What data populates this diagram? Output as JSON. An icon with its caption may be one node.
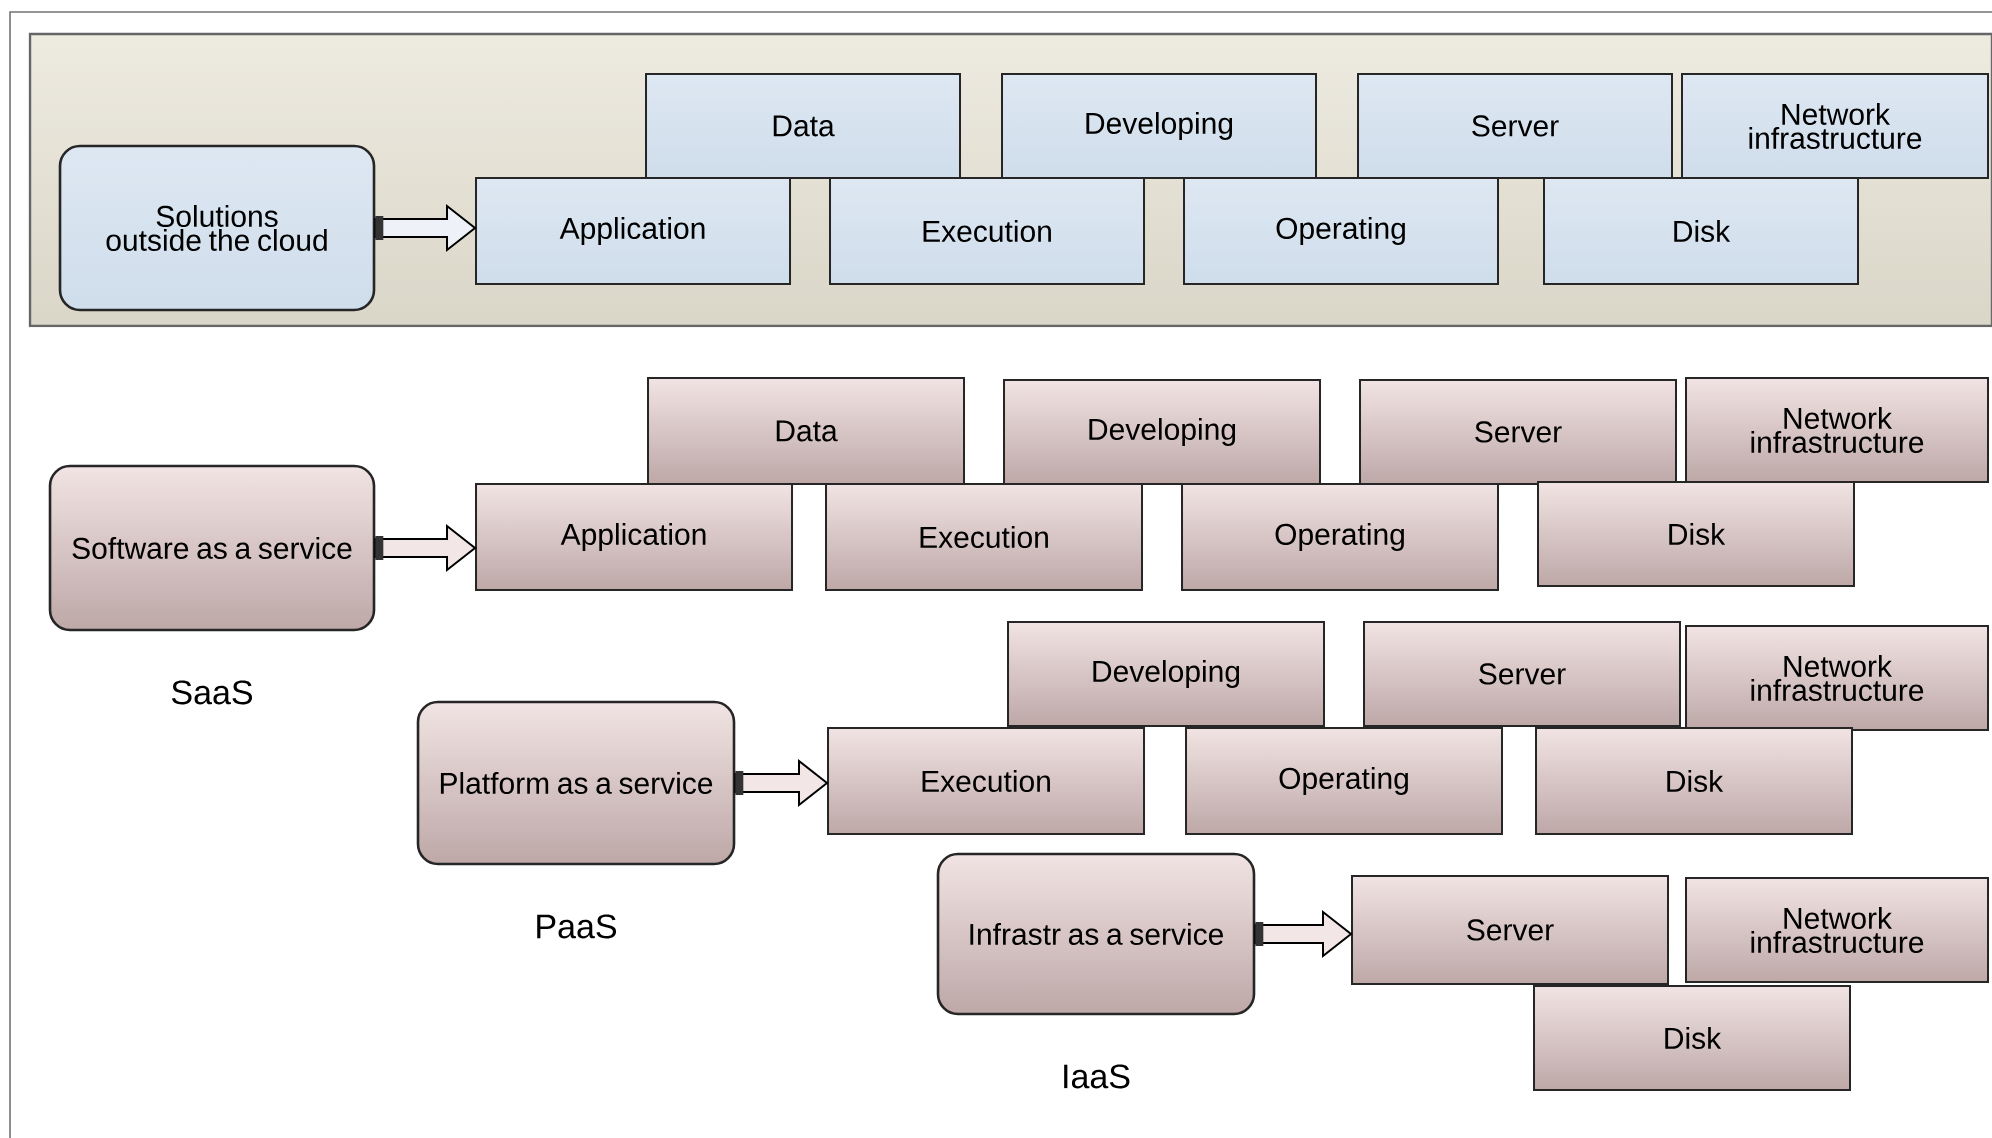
{
  "diagram": {
    "nodes": [
      {
        "text": [],
        "shape": "box"
      },
      {
        "text": [
          "Solutions outside the cloud"
        ],
        "in": 0
      },
      {
        "text": [
          "Data"
        ],
        "in": 0
      },
      {
        "text": [
          "Developing"
        ],
        "in": 0
      },
      {
        "text": [
          "Server"
        ],
        "in": 0
      },
      {
        "text": [
          "Network infrastructure"
        ],
        "in": 0
      },
      {
        "text": [
          "Application"
        ],
        "in": 0
      },
      {
        "text": [
          "Execution"
        ],
        "in": 0
      },
      {
        "text": [
          "Operating"
        ],
        "in": 0
      },
      {
        "text": [
          "Disk"
        ],
        "in": 0
      },
      {
        "text": [
          "Software as a service"
        ],
        "beside": [
          "SaaS"
        ]
      },
      {
        "text": [
          "Data"
        ]
      },
      {
        "text": [
          "Developing"
        ]
      },
      {
        "text": [
          "Server"
        ]
      },
      {
        "text": [
          "Network infrastructure"
        ]
      },
      {
        "text": [
          "Application"
        ]
      },
      {
        "text": [
          "Execution"
        ]
      },
      {
        "text": [
          "Operating"
        ]
      },
      {
        "text": [
          "Disk"
        ]
      },
      {
        "text": [
          "Platform as a service"
        ],
        "beside": [
          "PaaS"
        ]
      },
      {
        "text": [
          "Developing"
        ]
      },
      {
        "text": [
          "Server"
        ]
      },
      {
        "text": [
          "Network infrastructure"
        ]
      },
      {
        "text": [
          "Execution"
        ]
      },
      {
        "text": [
          "Operating"
        ]
      },
      {
        "text": [
          "Disk"
        ]
      },
      {
        "text": [
          "Infrastr as a service"
        ],
        "beside": [
          "IaaS"
        ]
      },
      {
        "text": [
          "Server"
        ]
      },
      {
        "text": [
          "Network infrastructure"
        ]
      },
      {
        "text": [
          "Disk"
        ]
      }
    ],
    "edges": [
      {
        "from": 1,
        "to": 6,
        "arrow": "to"
      },
      {
        "from": 10,
        "to": 15,
        "arrow": "to"
      },
      {
        "from": 19,
        "to": 23,
        "arrow": "to"
      },
      {
        "from": 26,
        "to": 27,
        "arrow": "to"
      }
    ]
  }
}
